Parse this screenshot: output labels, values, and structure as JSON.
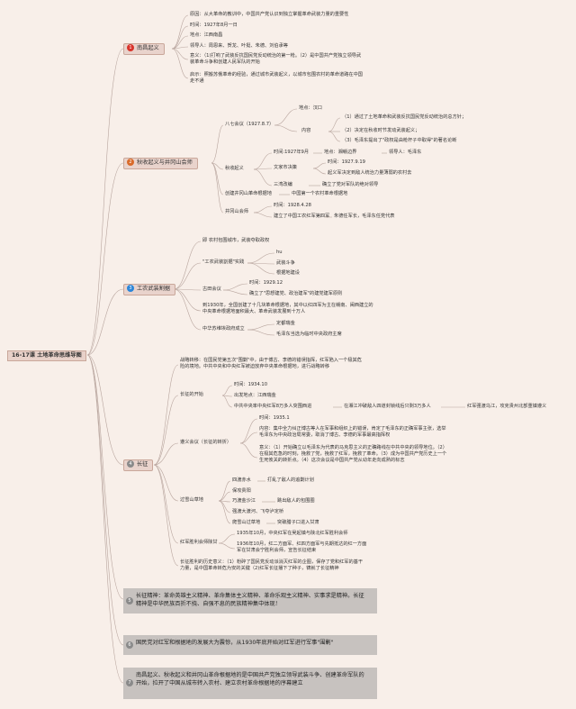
{
  "root": "16-17课 土地革命思维导图",
  "branches": {
    "b1": {
      "num": "1",
      "label": "南昌起义",
      "color": "#d9342b"
    },
    "b2": {
      "num": "2",
      "label": "秋收起义与井冈山会师",
      "color": "#d96b2b"
    },
    "b3": {
      "num": "3",
      "label": "工农武装割据",
      "color": "#2b86d9"
    },
    "b4": {
      "num": "4",
      "label": "长征",
      "color": "#8a8a8a"
    }
  },
  "nanchang": {
    "reason": "原因：从大革命的教训中，中国共产党认识到独立掌握革命武装力量的重要性",
    "time": "时间：1927年8月一日",
    "place": "地点：江西南昌",
    "leaders": "领导人：周恩来、贺龙、叶挺、朱德、刘伯承等",
    "meaning": "意义：（1)打响了武装反抗国民党反动统治的第一枪。（2）是中国共产党独立领导武装革命斗争和创建人民军队的开始",
    "lesson": "启示：照搬苏俄革命的经验，通过城市武装起义，以城市包围农村的革命道路在中国走不通"
  },
  "autumn": {
    "aug7": "八七会议（1927.8.7）",
    "place": "地点：汉口",
    "content": "内容",
    "c1": "（1）通过了土地革命和武装反抗国民党反动统治的总方针；",
    "c2": "（2）决定在秋收时节发动武装起义；",
    "c3": "（3）毛泽东提出了\"政权是由枪杆子中取得\"的著名论断",
    "uprising": "秋收起义",
    "time": "时间:1927年9月",
    "loc": "地点：湘赣边界",
    "leader": "领导人：毛泽东",
    "wenjia": "文家市决策",
    "wtime": "时间：1927.9.19",
    "wdesc": "起义军决定到敌人统治力量薄弱的农村去",
    "sanwan": "三湾改编",
    "sdesc": "确立了党对军队的绝对领导",
    "base": "创建井冈山革命根据地",
    "bdesc": "中国第一个农村革命根据地",
    "meet": "井冈山会师",
    "mtime": "时间：1928.4.28",
    "mdesc": "建立了中国工农红军第四军",
    "mlead": "朱德任军长，毛泽东任党代表"
  },
  "armed": {
    "road": "即 农村包围城市，武装夺取政权",
    "triple": "\"工农武装割据\"实践",
    "t1": "hu",
    "t2": "武装斗争",
    "t3": "根据地建设",
    "gutian": "古田会议",
    "gtime": "时间：1929.12",
    "gdesc": "确立了\"思想建党、政治建军\"的建党建军原则",
    "y1930": "到1930年，全国创建了十几块革命根据地，其中以红四军为主在赣南、闽西建立的中央革命根据地面积最大、革命武装发展到十万人",
    "gov": "中华苏维埃政府成立",
    "gov1": "定都瑞金",
    "gov2": "毛泽东当选为临时中央政府主席"
  },
  "march": {
    "reason": "战略转移：在国民党第五次\"围剿\"中，由于博古、李德的错误指挥，红军陷入一个极其危险的境地。中共中央和中央红军被迫放弃中央革命根据地，进行战略转移",
    "start": "长征的开始",
    "stime": "时间：1934.10",
    "splace": "出发地点：江西瑞金",
    "sroute": "中共中央率中央红军8万多人突围西进",
    "xiang": "在湘江冲破敌人四道封锁线后只剩3万多人",
    "guizhou": "红军强渡乌江，攻克贵州北部重镇遵义",
    "zunyi": "遵义会议（长征的转折）",
    "ztime": "时间：1935.1",
    "zcontent": "内容：集中全力纠正博古等人在军事和组织上的错误，肯定了毛泽东的正确军事主张，选举毛泽东为中央政治局常委，取消了博古、李德的军事最高指挥权",
    "zmeaning": "意义：（1）开始确立以毛泽东为代表的马克思主义的正确路线在中共中央的领导地位。（2）在极其危急的时刻，挽救了党，挽救了红军，挽救了革命。（3）成为中国共产党历史上一个生死攸关的转折点。（4）这次会议是中国共产党从幼年走向成熟的标志",
    "snow": "过雪山草地",
    "r1": "四渡赤水",
    "r1d": "打乱了敌人的追剿计划",
    "r2": "保攻贵阳",
    "r3": "巧渡金沙江",
    "r3d": "跳出敌人的包围圈",
    "r4": "强渡大渡河、飞夺泸定桥",
    "r5": "爬雪山过草地",
    "r5d": "突破腊子口进入甘肃",
    "victory": "红军胜利会师陕甘",
    "v1": "1935年10月，中央红军在吴起镇与陕北红军胜利会师",
    "v2": "1936年10月，红二方面军、红四方面军与先期抵达的红一方面军在甘肃会宁胜利会师，宣告长征结束",
    "hist": "长征胜利的历史意义：（1）粉碎了国民党反动派消灭红军的企图，保存了党和红军的基干力量，是中国革命转危为安的关键（2)红军长征播下了种子，铸就了长征精神"
  },
  "summaries": [
    {
      "num": "5",
      "text": "长征精神：革命英雄主义精神、革命集体主义精神、革命乐观主义精神、实事求是精神。长征精神是中华民族百折不挠、自强不息的民族精神集中体现！"
    },
    {
      "num": "6",
      "text": "国民党对红军和根据地的发展大为震惊，从1930年底开始对红军进行军事\"围剿\""
    },
    {
      "num": "7",
      "text": "南昌起义、秋收起义和井冈山革命根据地的是中国共产党独立领导武装斗争、创建革命军队的开始，拉开了中国从城市转入农村、建立农村革命根据地的序幕建立"
    }
  ]
}
